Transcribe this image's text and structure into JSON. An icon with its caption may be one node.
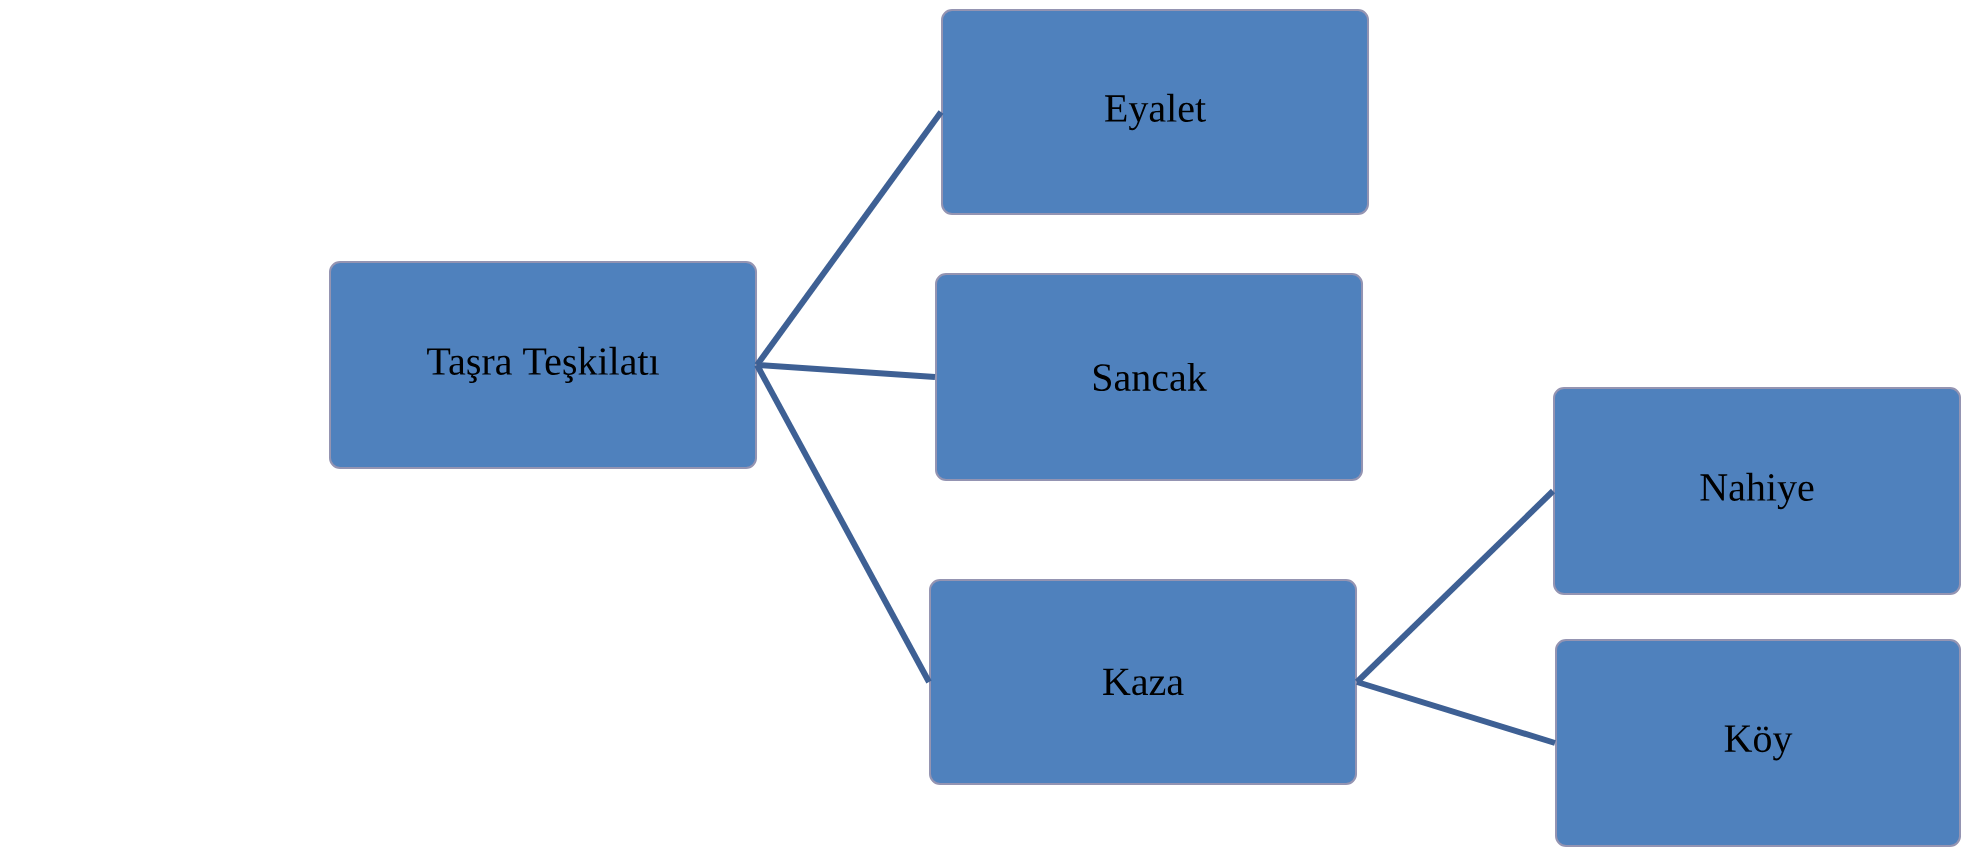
{
  "diagram": {
    "nodes": [
      {
        "text": [
          "Taşra Teşkilatı"
        ]
      },
      {
        "text": [
          "Eyalet"
        ]
      },
      {
        "text": [
          "Sancak"
        ]
      },
      {
        "text": [
          "Kaza"
        ]
      },
      {
        "text": [
          "Nahiye"
        ]
      },
      {
        "text": [
          "Köy"
        ]
      }
    ],
    "edges": [
      {
        "from": 0,
        "to": 1,
        "arrow": "none"
      },
      {
        "from": 0,
        "to": 2,
        "arrow": "none"
      },
      {
        "from": 0,
        "to": 3,
        "arrow": "none"
      },
      {
        "from": 3,
        "to": 4,
        "arrow": "none"
      },
      {
        "from": 3,
        "to": 5,
        "arrow": "none"
      }
    ]
  }
}
